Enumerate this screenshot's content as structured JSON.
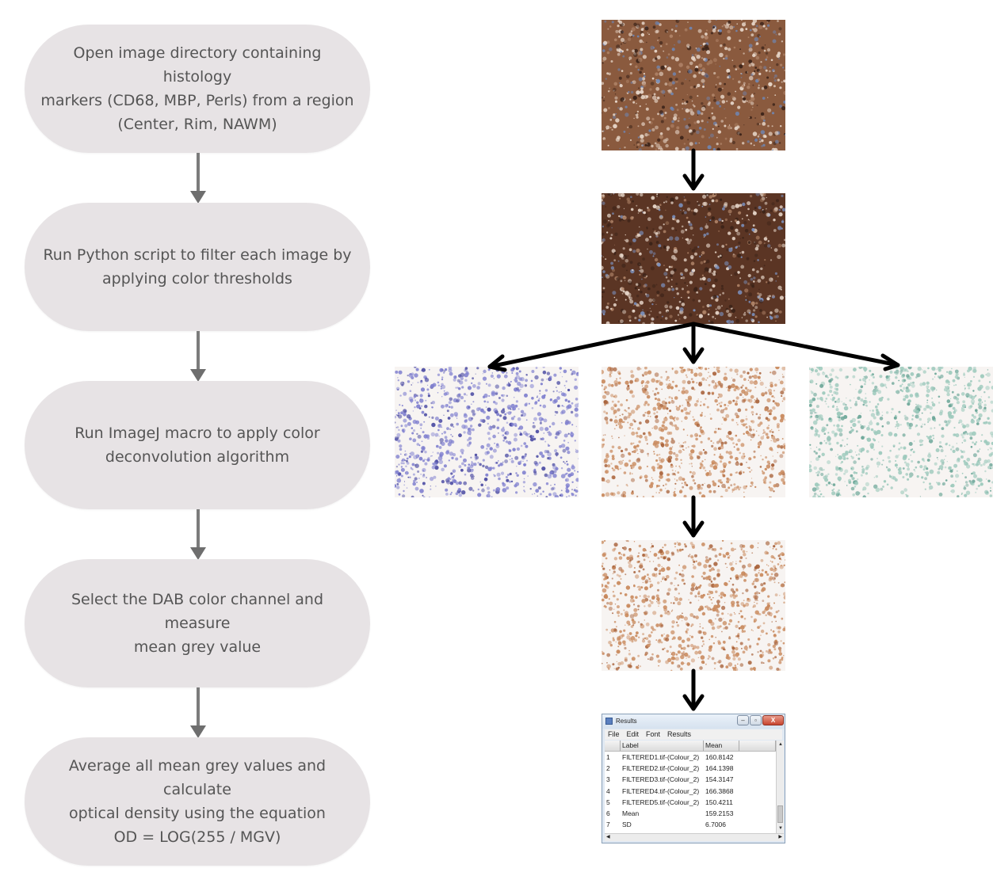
{
  "flowchart": {
    "steps": [
      {
        "text": "Open image directory containing histology\nmarkers  (CD68, MBP, Perls) from a region\n(Center, Rim, NAWM)"
      },
      {
        "text": "Run Python script to filter each image by\napplying color thresholds"
      },
      {
        "text": "Run ImageJ macro to apply color\ndeconvolution algorithm"
      },
      {
        "text": "Select the DAB color channel and measure\nmean grey value"
      },
      {
        "text": "Average all mean grey values and calculate\noptical density using the equation\nOD = LOG(255 / MGV)"
      }
    ],
    "colors": {
      "pill": "#e7e3e5",
      "text": "#555555",
      "arrow": "#7c7c7c"
    }
  },
  "images": {
    "original": {
      "label": "original-histology-image",
      "base": "#8a5a3e",
      "accent": "#6f86b3"
    },
    "filtered": {
      "label": "filtered-histology-image",
      "base": "#5b3524",
      "accent": "#7c94c4"
    },
    "hematoxylin": {
      "label": "hematoxylin-channel",
      "base": "#7f7fcf",
      "accent": "#4b4ba3"
    },
    "dab": {
      "label": "dab-channel",
      "base": "#c98a5e",
      "accent": "#a8623a"
    },
    "residual": {
      "label": "residual-channel",
      "base": "#9cc9bc",
      "accent": "#6aa597"
    },
    "dab_selected": {
      "label": "dab-channel-selected",
      "base": "#c98a5e",
      "accent": "#a8623a"
    }
  },
  "results_window": {
    "title": "Results",
    "menu": [
      "File",
      "Edit",
      "Font",
      "Results"
    ],
    "columns": [
      "",
      "Label",
      "Mean",
      ""
    ],
    "rows": [
      {
        "n": "1",
        "label": "FILTERED1.tif-(Colour_2)",
        "mean": "160.8142"
      },
      {
        "n": "2",
        "label": "FILTERED2.tif-(Colour_2)",
        "mean": "164.1398"
      },
      {
        "n": "3",
        "label": "FILTERED3.tif-(Colour_2)",
        "mean": "154.3147"
      },
      {
        "n": "4",
        "label": "FILTERED4.tif-(Colour_2)",
        "mean": "166.3868"
      },
      {
        "n": "5",
        "label": "FILTERED5.tif-(Colour_2)",
        "mean": "150.4211"
      },
      {
        "n": "6",
        "label": "Mean",
        "mean": "159.2153"
      },
      {
        "n": "7",
        "label": "SD",
        "mean": "6.7006"
      }
    ],
    "buttons": {
      "minimize": "–",
      "maximize": "▫",
      "close": "X"
    }
  }
}
